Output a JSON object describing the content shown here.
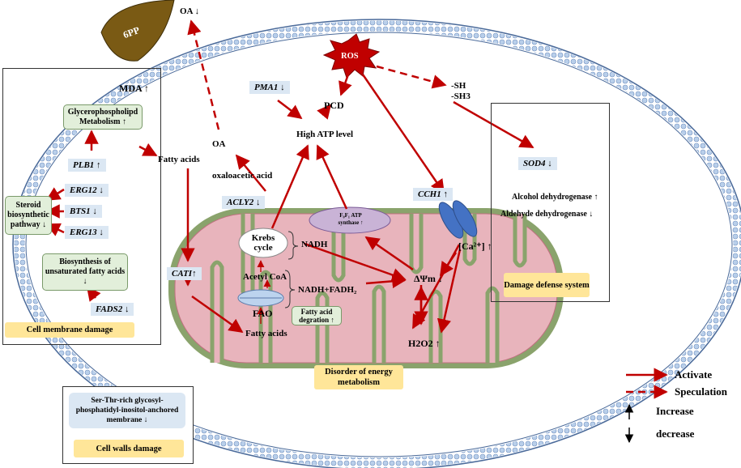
{
  "compound": "6PP",
  "ros": "ROS",
  "oa_top": "OA ↓",
  "oa": "OA",
  "oxaloacetic": "oxaloacetic acid",
  "acly2": "ACLY2 ↓",
  "pma1": "PMA1 ↓",
  "pcd": "PCD",
  "high_atp": "High ATP level",
  "sh": "-SH",
  "sh3": "-SH3",
  "mda": "MDA ↑",
  "glycerophospholipid": "Glycerophospholipd Metabolism ↑",
  "fatty_acids_top": "Fatty acids",
  "plb1": "PLB1 ↑",
  "erg12": "ERG12 ↓",
  "bts1": "BTS1 ↓",
  "erg13": "ERG13 ↓",
  "steroid": "Steroid biosynthetic pathway ↓",
  "unsat": "Biosynthesis of unsaturated fatty acids ↓",
  "fads2": "FADS2 ↓",
  "cell_membrane_damage": "Cell membrane damage",
  "cat1": "CATI↑",
  "f0f1": "F₀F₁ ATP synthase ↑",
  "krebs": "Krebs cycle",
  "nadh": "NADH",
  "acetyl_coa": "Acetyl CoA",
  "nadh_fadh": "NADH+FADH₂",
  "fao": "FAO",
  "fatty_degradation": "Fatty acid degration ↑",
  "fatty_acids_bottom": "Fatty acids",
  "dpsi": "ΔΨm ↓",
  "h2o2": "H2O2 ↑",
  "cch1": "CCH1 ↑",
  "calcium": "[Ca²⁺] ↑",
  "sod4": "SOD4 ↓",
  "alcohol_dh": "Alcohol dehydrogenase ↑",
  "aldehyde_dh": "Aldehyde dehydrogenase ↓",
  "damage_defense": "Damage defense system",
  "disorder_energy": "Disorder of energy metabolism",
  "ser_thr": "Ser-Thr-rich glycosyl-phosphatidyl-inositol-anchored membrane ↓",
  "cell_walls_damage": "Cell walls damage",
  "legend": {
    "activate": "Activate",
    "speculation": "Speculation",
    "increase": "Increase",
    "decrease": "decrease"
  },
  "colors": {
    "arrow_red": "#c00000",
    "mito_fill": "#e8b4bc",
    "mito_border": "#8aa36c",
    "membrane_blue": "#a9c4e6",
    "ros_red": "#c00000",
    "compound_brown": "#7a5a14"
  }
}
